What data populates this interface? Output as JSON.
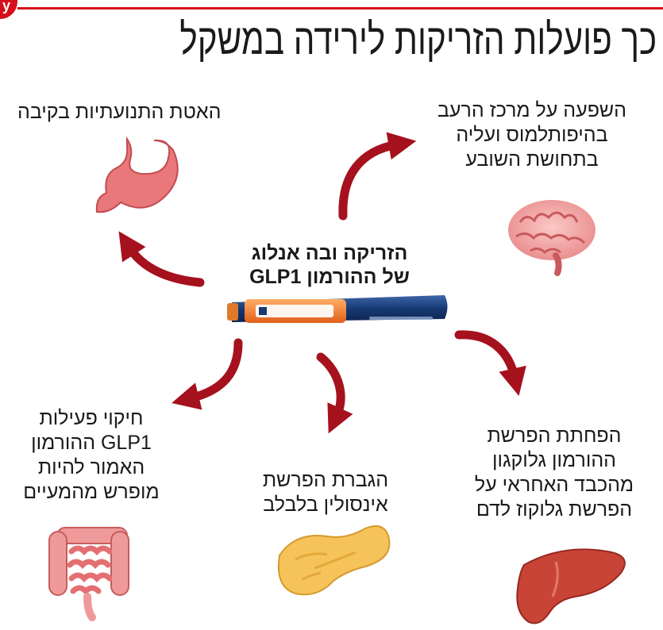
{
  "logo": {
    "text": "y"
  },
  "title": "כך פועלות הזריקות לירידה במשקל",
  "center": {
    "lines": [
      "הזריקה ובה אנלוג",
      "של ההורמון GLP1"
    ]
  },
  "effects": [
    {
      "organ": "stomach",
      "lines": [
        "האטת התנועתיות בקיבה"
      ]
    },
    {
      "organ": "brain",
      "lines": [
        "השפעה על מרכז הרעב",
        "בהיפותלמוס ועליה",
        "בתחושת השובע"
      ]
    },
    {
      "organ": "intestines",
      "lines": [
        "חיקוי פעילות",
        "GLP1 ההורמון",
        "האמור להיות",
        "מופרש מהמעיים"
      ]
    },
    {
      "organ": "pancreas",
      "lines": [
        "הגברת הפרשת",
        "אינסולין בלבלב"
      ]
    },
    {
      "organ": "liver",
      "lines": [
        "הפחתת הפרשת",
        "ההורמון גלוקגון",
        "מהכבד האחראי על",
        "הפרשת גלוקוז לדם"
      ]
    }
  ],
  "colors": {
    "accent": "#d6101a",
    "arrow": "#a5111d",
    "pen_body": "#173a73",
    "pen_window": "#f07a22"
  }
}
